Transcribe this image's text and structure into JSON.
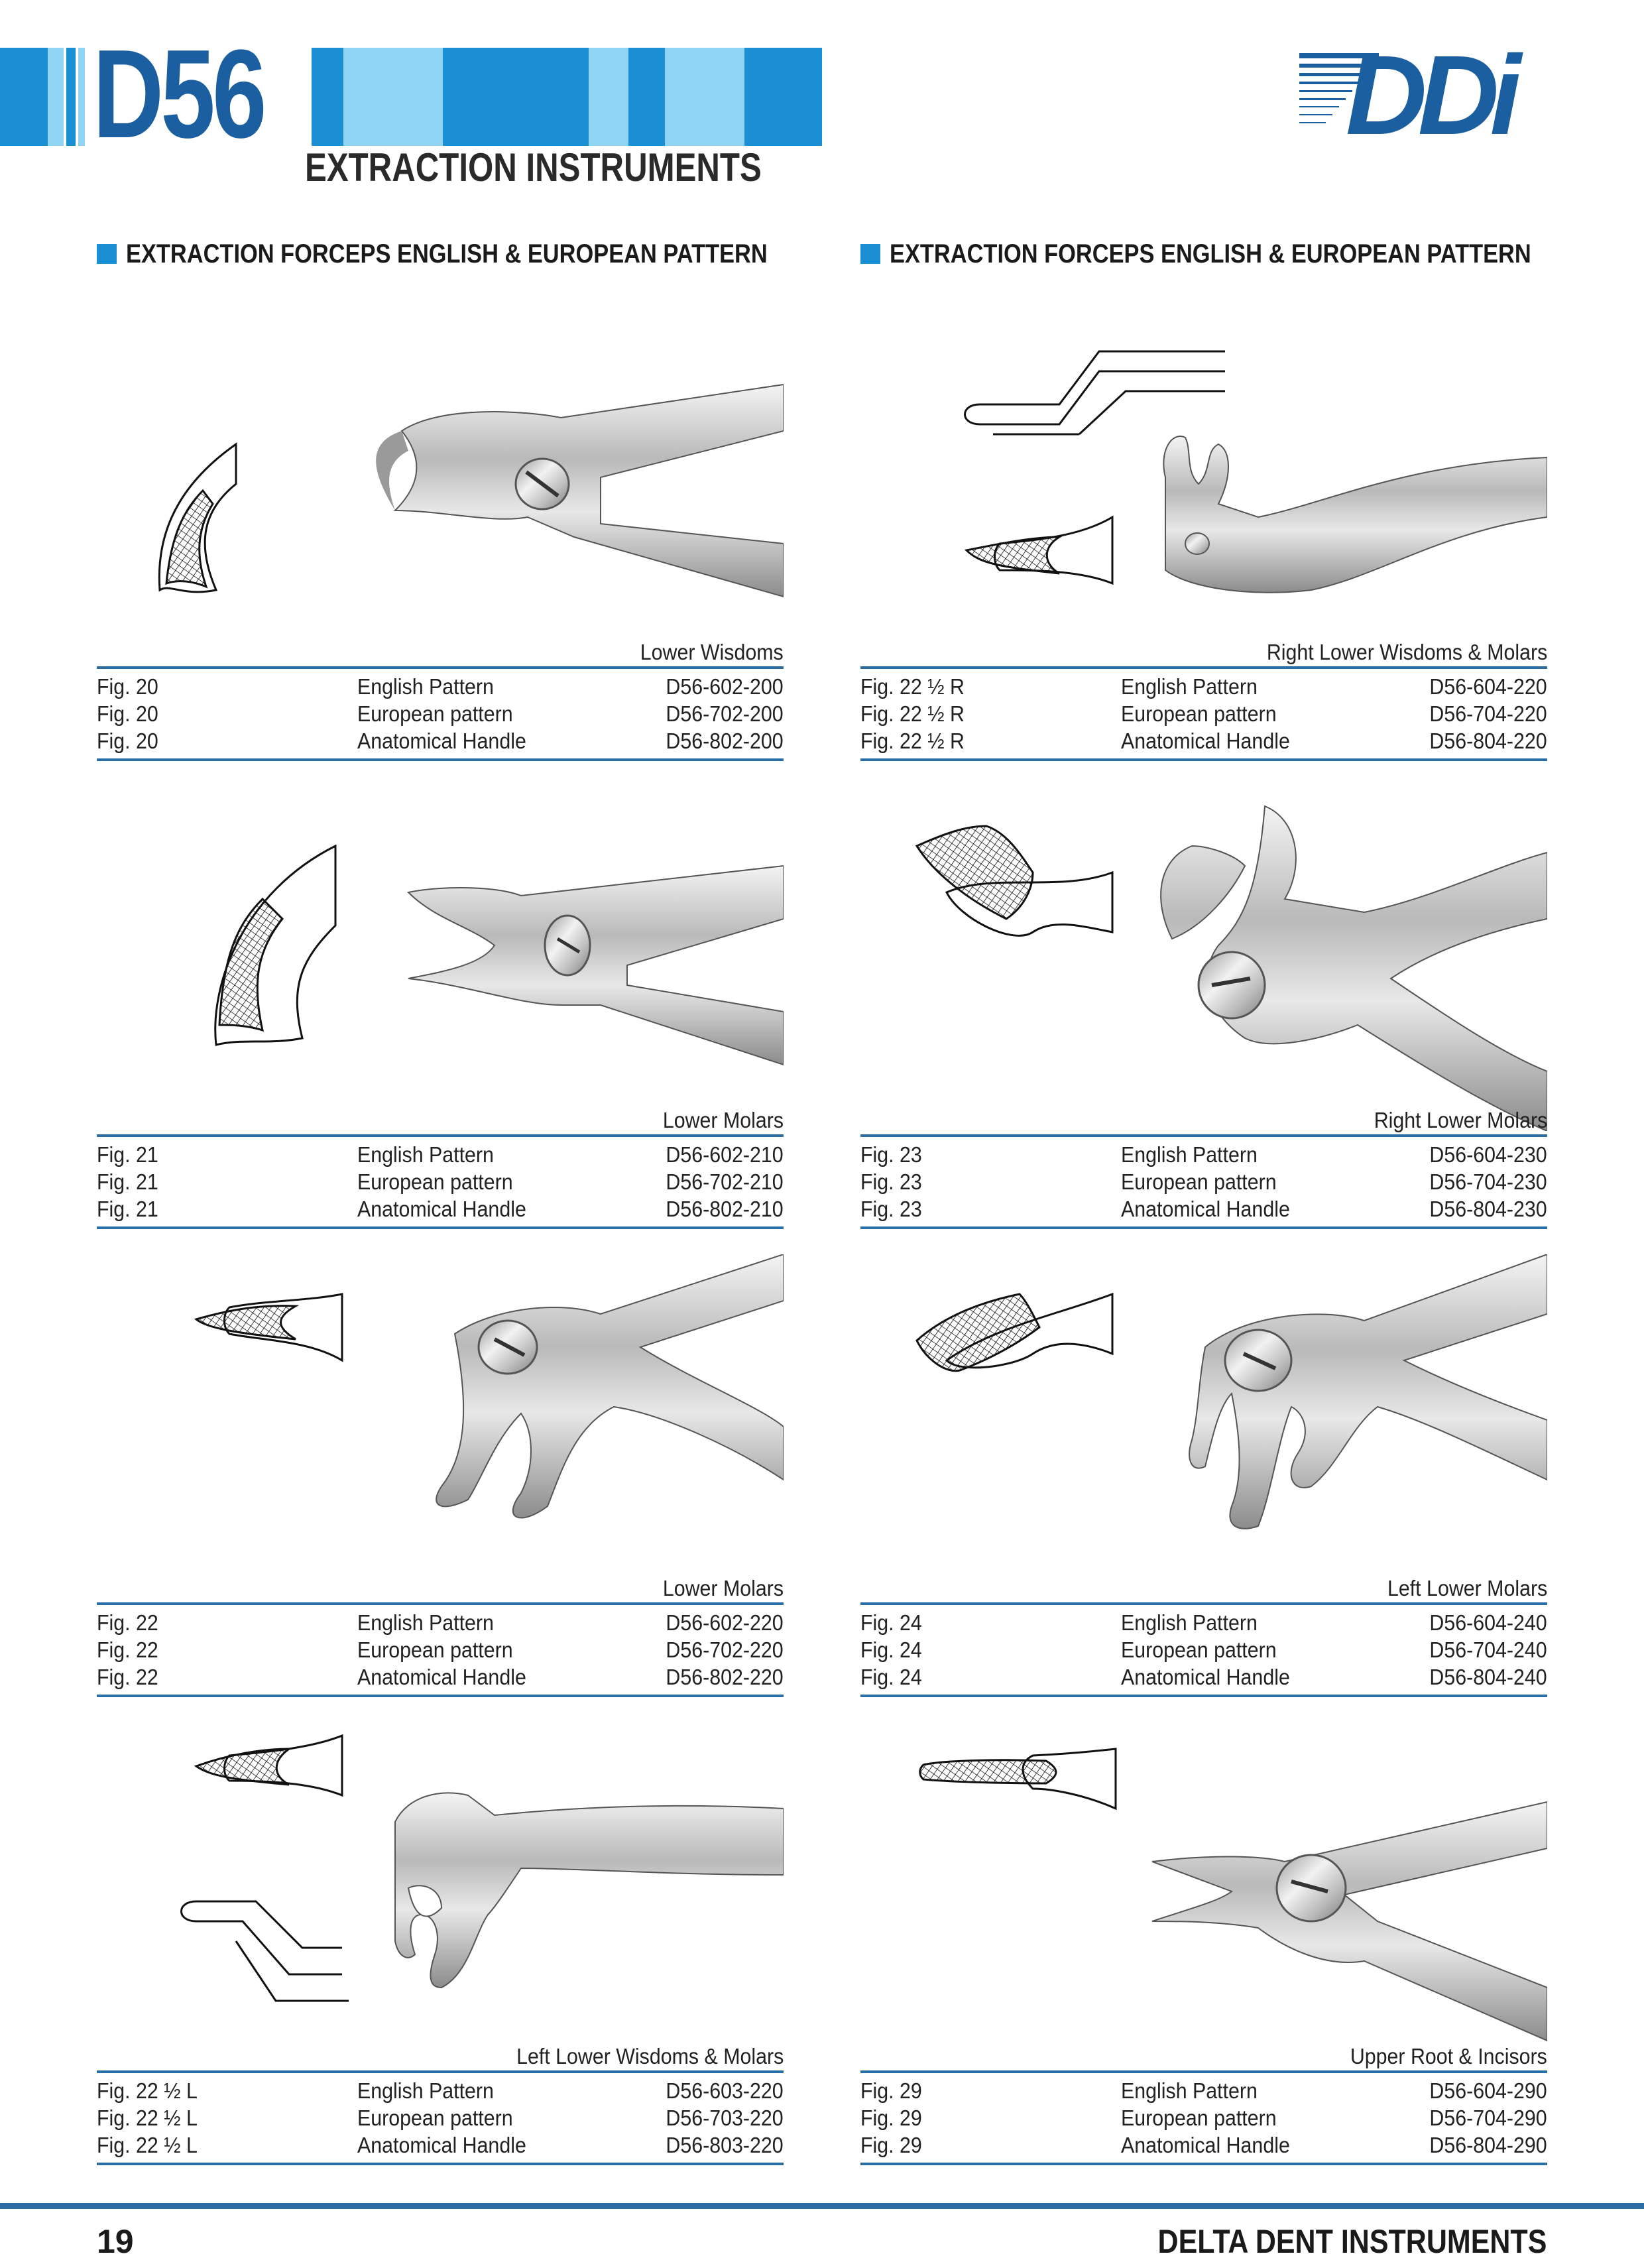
{
  "header": {
    "code": "D56",
    "subtitle": "EXTRACTION INSTRUMENTS",
    "logo_text": "DDi",
    "accent_color": "#1a8fd3",
    "dark_blue": "#1c5fa0",
    "light_blue": "#8fd4f2"
  },
  "sections": [
    {
      "heading": "EXTRACTION FORCEPS ENGLISH & EUROPEAN PATTERN"
    },
    {
      "heading": "EXTRACTION FORCEPS ENGLISH & EUROPEAN PATTERN"
    }
  ],
  "products": [
    {
      "title": "Lower Wisdoms",
      "icon": "lower-wisdom-forceps-image",
      "rows": [
        {
          "fig": "Fig. 20",
          "pattern": "English Pattern",
          "code": "D56-602-200"
        },
        {
          "fig": "Fig. 20",
          "pattern": "European pattern",
          "code": "D56-702-200"
        },
        {
          "fig": "Fig. 20",
          "pattern": "Anatomical Handle",
          "code": "D56-802-200"
        }
      ]
    },
    {
      "title": "Lower Molars",
      "icon": "lower-molar-forceps-image",
      "rows": [
        {
          "fig": "Fig. 21",
          "pattern": "English Pattern",
          "code": "D56-602-210"
        },
        {
          "fig": "Fig. 21",
          "pattern": "European pattern",
          "code": "D56-702-210"
        },
        {
          "fig": "Fig. 21",
          "pattern": "Anatomical Handle",
          "code": "D56-802-210"
        }
      ]
    },
    {
      "title": "Lower Molars",
      "icon": "lower-molar-forceps-image",
      "rows": [
        {
          "fig": "Fig. 22",
          "pattern": "English Pattern",
          "code": "D56-602-220"
        },
        {
          "fig": "Fig. 22",
          "pattern": "European pattern",
          "code": "D56-702-220"
        },
        {
          "fig": "Fig. 22",
          "pattern": "Anatomical Handle",
          "code": "D56-802-220"
        }
      ]
    },
    {
      "title": "Left Lower Wisdoms & Molars",
      "icon": "left-lower-wisdom-forceps-image",
      "rows": [
        {
          "fig": "Fig. 22 ½ L",
          "pattern": "English Pattern",
          "code": "D56-603-220"
        },
        {
          "fig": "Fig. 22 ½ L",
          "pattern": "European pattern",
          "code": "D56-703-220"
        },
        {
          "fig": "Fig. 22 ½ L",
          "pattern": "Anatomical Handle",
          "code": "D56-803-220"
        }
      ]
    },
    {
      "title": "Right Lower Wisdoms & Molars",
      "icon": "right-lower-wisdom-forceps-image",
      "rows": [
        {
          "fig": "Fig. 22 ½ R",
          "pattern": "English Pattern",
          "code": "D56-604-220"
        },
        {
          "fig": "Fig. 22 ½ R",
          "pattern": "European pattern",
          "code": "D56-704-220"
        },
        {
          "fig": "Fig. 22 ½ R",
          "pattern": "Anatomical Handle",
          "code": "D56-804-220"
        }
      ]
    },
    {
      "title": "Right Lower Molars",
      "icon": "right-lower-molar-forceps-image",
      "rows": [
        {
          "fig": "Fig. 23",
          "pattern": "English Pattern",
          "code": "D56-604-230"
        },
        {
          "fig": "Fig. 23",
          "pattern": "European pattern",
          "code": "D56-704-230"
        },
        {
          "fig": "Fig. 23",
          "pattern": "Anatomical Handle",
          "code": "D56-804-230"
        }
      ]
    },
    {
      "title": "Left Lower Molars",
      "icon": "left-lower-molar-forceps-image",
      "rows": [
        {
          "fig": "Fig. 24",
          "pattern": "English Pattern",
          "code": "D56-604-240"
        },
        {
          "fig": "Fig. 24",
          "pattern": "European pattern",
          "code": "D56-704-240"
        },
        {
          "fig": "Fig. 24",
          "pattern": "Anatomical Handle",
          "code": "D56-804-240"
        }
      ]
    },
    {
      "title": "Upper Root & Incisors",
      "icon": "upper-root-incisor-forceps-image",
      "rows": [
        {
          "fig": "Fig. 29",
          "pattern": "English Pattern",
          "code": "D56-604-290"
        },
        {
          "fig": "Fig. 29",
          "pattern": "European pattern",
          "code": "D56-704-290"
        },
        {
          "fig": "Fig. 29",
          "pattern": "Anatomical Handle",
          "code": "D56-804-290"
        }
      ]
    }
  ],
  "footer": {
    "page_number": "19",
    "brand": "DELTA DENT INSTRUMENTS"
  }
}
